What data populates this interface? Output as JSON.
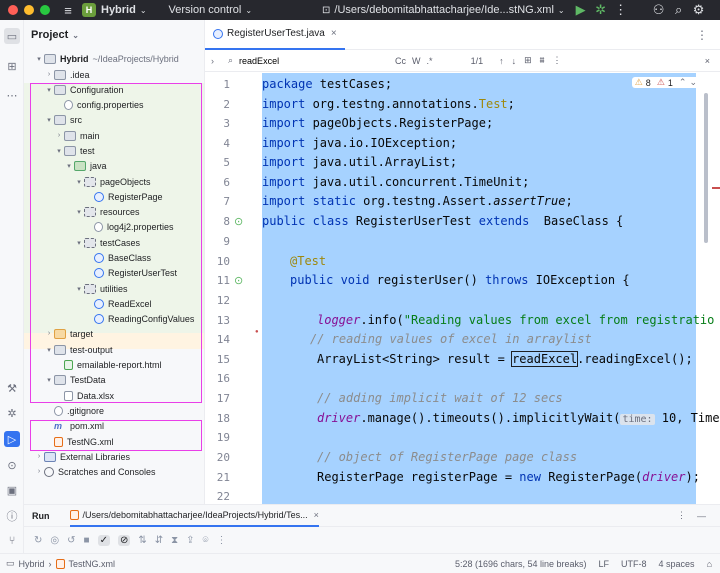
{
  "titlebar": {
    "project_badge": "H",
    "project_name": "Hybrid",
    "vcs": "Version control",
    "path": "/Users/debomitabhattacharjee/Ide...stNG.xml"
  },
  "project_panel": {
    "title": "Project",
    "root": {
      "name": "Hybrid",
      "path": "~/IdeaProjects/Hybrid"
    },
    "items": [
      ".idea",
      "Configuration",
      "config.properties",
      "src",
      "main",
      "test",
      "java",
      "pageObjects",
      "RegisterPage",
      "resources",
      "log4j2.properties",
      "testCases",
      "BaseClass",
      "RegisterUserTest",
      "utilities",
      "ReadExcel",
      "ReadingConfigValues",
      "target",
      "test-output",
      "emailable-report.html",
      "TestData",
      "Data.xlsx",
      ".gitignore",
      "pom.xml",
      "TestNG.xml",
      "External Libraries",
      "Scratches and Consoles"
    ]
  },
  "editor": {
    "tab": "RegisterUserTest.java",
    "search": {
      "query": "readExcel",
      "opt_case": "Cc",
      "opt_word": "W",
      "opt_regex": ".*",
      "count": "1/1"
    },
    "inspection": {
      "warnings": "8",
      "errors": "1"
    },
    "line_numbers": [
      "1",
      "2",
      "3",
      "4",
      "5",
      "6",
      "7",
      "8",
      "9",
      "10",
      "11",
      "12",
      "13",
      "14",
      "15",
      "16",
      "17",
      "18",
      "19",
      "20",
      "21",
      "22"
    ],
    "lines": {
      "l1a": "package",
      "l1b": " testCases;",
      "l2a": "import",
      "l2b": " org.testng.annotations.",
      "l2c": "Test",
      ";": ";",
      "l3a": "import",
      "l3b": " pageObjects.RegisterPage;",
      "l4a": "import",
      "l4b": " java.io.IOException;",
      "l5a": "import",
      "l5b": " java.util.ArrayList;",
      "l6a": "import",
      "l6b": " java.util.concurrent.TimeUnit;",
      "l7a": "import static",
      "l7b": " org.testng.Assert.",
      "l7c": "assertTrue",
      "l8a": "public class",
      "l8b": " RegisterUserTest ",
      "l8c": "extends",
      "l8d": "  BaseClass {",
      "l10": "@Test",
      "l11a": "public void",
      "l11b": " registerUser() ",
      "l11c": "throws",
      "l11d": " IOException {",
      "l13a": "logger",
      "l13b": ".info(",
      "l13c": "\"Reading values from excel from registratio",
      "l14": "// reading values of excel in arraylist",
      "l15a": "ArrayList<String> result = ",
      "l15b": "readExcel",
      "l15c": ".readingExcel();",
      "l17": "// adding implicit wait of 12 secs",
      "l18a": "driver",
      "l18b": ".manage().timeouts().implicitlyWait(",
      "l18hint": "time:",
      "l18c": " 10, Time",
      "l20": "// object of RegisterPage page class",
      "l21a": "RegisterPage registerPage = ",
      "l21b": "new",
      "l21c": " RegisterPage(",
      "l21d": "driver",
      "l21e": ");"
    }
  },
  "run": {
    "label": "Run",
    "config": "/Users/debomitabhattacharjee/IdeaProjects/Hybrid/Tes..."
  },
  "status": {
    "project": "Hybrid",
    "file": "TestNG.xml",
    "position": "5:28 (1696 chars, 54 line breaks)",
    "line_sep": "LF",
    "encoding": "UTF-8",
    "indent": "4 spaces"
  },
  "colors": {
    "highlight_magenta": "#e93fe8",
    "selection": "#a6d2ff",
    "accent": "#3574f0",
    "excluded_green": "#eef5e9"
  }
}
